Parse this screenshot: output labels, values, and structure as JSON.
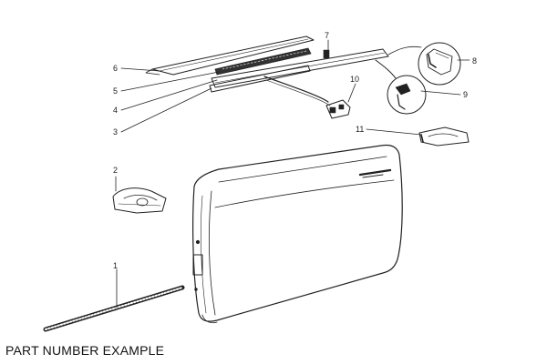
{
  "caption": "PART NUMBER EXAMPLE",
  "callouts": {
    "c1": "1",
    "c2": "2",
    "c3": "3",
    "c4": "4",
    "c5": "5",
    "c6": "6",
    "c7": "7",
    "c8": "8",
    "c9": "9",
    "c10": "10",
    "c11": "11"
  }
}
